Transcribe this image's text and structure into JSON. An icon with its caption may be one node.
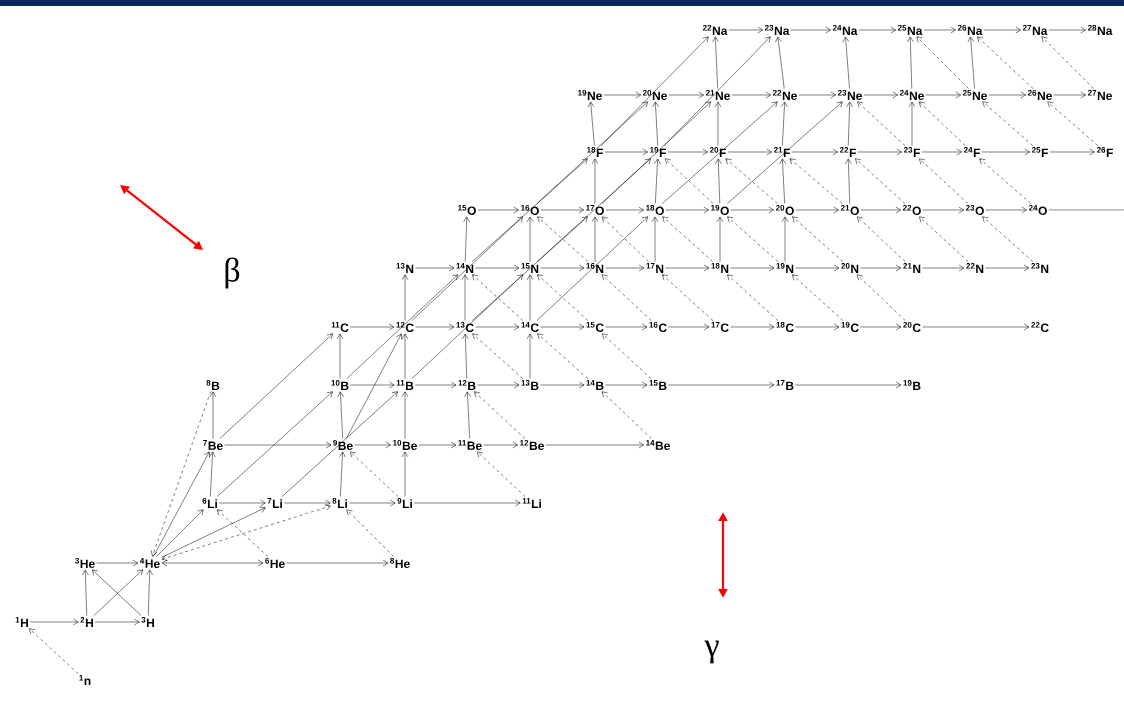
{
  "diagram": {
    "nodes": [
      {
        "text": [
          "$^{22}$Na"
        ]
      },
      {
        "text": [
          "$^{23}$Na"
        ]
      },
      {
        "text": [
          "$^{24}$Na"
        ]
      },
      {
        "text": [
          "$^{25}$Na"
        ]
      },
      {
        "text": [
          "$^{26}$Na"
        ]
      },
      {
        "text": [
          "$^{27}$Na"
        ]
      },
      {
        "text": [
          "$^{28}$Na"
        ]
      },
      {
        "text": [
          "$^{19}$Ne"
        ]
      },
      {
        "text": [
          "$^{20}$Ne"
        ]
      },
      {
        "text": [
          "$^{21}$Ne"
        ]
      },
      {
        "text": [
          "$^{22}$Ne"
        ]
      },
      {
        "text": [
          "$^{23}$Ne"
        ]
      },
      {
        "text": [
          "$^{24}$Ne"
        ]
      },
      {
        "text": [
          "$^{25}$Ne"
        ]
      },
      {
        "text": [
          "$^{26}$Ne"
        ]
      },
      {
        "text": [
          "$^{27}$Ne"
        ]
      },
      {
        "text": [
          "$^{18}$F"
        ]
      },
      {
        "text": [
          "$^{19}$F"
        ]
      },
      {
        "text": [
          "$^{20}$F"
        ]
      },
      {
        "text": [
          "$^{21}$F"
        ]
      },
      {
        "text": [
          "$^{22}$F"
        ]
      },
      {
        "text": [
          "$^{23}$F"
        ]
      },
      {
        "text": [
          "$^{24}$F"
        ]
      },
      {
        "text": [
          "$^{25}$F"
        ]
      },
      {
        "text": [
          "$^{26}$F"
        ]
      },
      {
        "text": [
          "$^{15}$O"
        ]
      },
      {
        "text": [
          "$^{16}$O"
        ]
      },
      {
        "text": [
          "$^{17}$O"
        ]
      },
      {
        "text": [
          "$^{18}$O"
        ]
      },
      {
        "text": [
          "$^{19}$O"
        ]
      },
      {
        "text": [
          "$^{20}$O"
        ]
      },
      {
        "text": [
          "$^{21}$O"
        ]
      },
      {
        "text": [
          "$^{22}$O"
        ]
      },
      {
        "text": [
          "$^{23}$O"
        ]
      },
      {
        "text": [
          "$^{24}$O"
        ]
      },
      {
        "text": [
          "$^{13}$N"
        ]
      },
      {
        "text": [
          "$^{14}$N"
        ]
      },
      {
        "text": [
          "$^{15}$N"
        ]
      },
      {
        "text": [
          "$^{16}$N"
        ]
      },
      {
        "text": [
          "$^{17}$N"
        ]
      },
      {
        "text": [
          "$^{18}$N"
        ]
      },
      {
        "text": [
          "$^{19}$N"
        ]
      },
      {
        "text": [
          "$^{20}$N"
        ]
      },
      {
        "text": [
          "$^{21}$N"
        ]
      },
      {
        "text": [
          "$^{22}$N"
        ]
      },
      {
        "text": [
          "$^{23}$N"
        ]
      },
      {
        "text": [
          "$^{11}$C"
        ]
      },
      {
        "text": [
          "$^{12}$C"
        ]
      },
      {
        "text": [
          "$^{13}$C"
        ]
      },
      {
        "text": [
          "$^{14}$C"
        ]
      },
      {
        "text": [
          "$^{15}$C"
        ]
      },
      {
        "text": [
          "$^{16}$C"
        ]
      },
      {
        "text": [
          "$^{17}$C"
        ]
      },
      {
        "text": [
          "$^{18}$C"
        ]
      },
      {
        "text": [
          "$^{19}$C"
        ]
      },
      {
        "text": [
          "$^{20}$C"
        ]
      },
      {
        "text": [
          "$^{22}$C"
        ]
      },
      {
        "text": [
          "$^{8}$B"
        ]
      },
      {
        "text": [
          "$^{10}$B"
        ]
      },
      {
        "text": [
          "$^{11}$B"
        ]
      },
      {
        "text": [
          "$^{12}$B"
        ]
      },
      {
        "text": [
          "$^{13}$B"
        ]
      },
      {
        "text": [
          "$^{14}$B"
        ]
      },
      {
        "text": [
          "$^{15}$B"
        ]
      },
      {
        "text": [
          "$^{17}$B"
        ]
      },
      {
        "text": [
          "$^{19}$B"
        ]
      },
      {
        "text": [
          "$^{7}$Be"
        ]
      },
      {
        "text": [
          "$^{9}$Be"
        ]
      },
      {
        "text": [
          "$^{10}$Be"
        ]
      },
      {
        "text": [
          "$^{11}$Be"
        ]
      },
      {
        "text": [
          "$^{12}$Be"
        ]
      },
      {
        "text": [
          "$^{14}$Be"
        ]
      },
      {
        "text": [
          "$^{6}$Li"
        ]
      },
      {
        "text": [
          "$^{7}$Li"
        ]
      },
      {
        "text": [
          "$^{8}$Li"
        ]
      },
      {
        "text": [
          "$^{9}$Li"
        ]
      },
      {
        "text": [
          "$^{11}$Li"
        ]
      },
      {
        "text": [
          "$^{3}$He"
        ]
      },
      {
        "text": [
          "$^{4}$He"
        ]
      },
      {
        "text": [
          "$^{6}$He"
        ]
      },
      {
        "text": [
          "$^{8}$He"
        ]
      },
      {
        "text": [
          "$^{1}$H"
        ]
      },
      {
        "text": [
          "$^{2}$H"
        ]
      },
      {
        "text": [
          "$^{3}$H"
        ]
      },
      {
        "text": [
          "$^{1}$n"
        ]
      }
    ],
    "edges": [
      {
        "from": 0,
        "to": 1,
        "arrow": "to"
      },
      {
        "from": 1,
        "to": 2,
        "arrow": "to"
      },
      {
        "from": 2,
        "to": 3,
        "arrow": "to"
      },
      {
        "from": 3,
        "to": 4,
        "arrow": "to"
      },
      {
        "from": 4,
        "to": 5,
        "arrow": "to"
      },
      {
        "from": 5,
        "to": 6,
        "arrow": "to"
      },
      {
        "from": 7,
        "to": 8,
        "arrow": "to"
      },
      {
        "from": 8,
        "to": 9,
        "arrow": "to"
      },
      {
        "from": 9,
        "to": 10,
        "arrow": "to"
      },
      {
        "from": 10,
        "to": 11,
        "arrow": "to"
      },
      {
        "from": 11,
        "to": 12,
        "arrow": "to"
      },
      {
        "from": 12,
        "to": 13,
        "arrow": "to"
      },
      {
        "from": 13,
        "to": 14,
        "arrow": "to"
      },
      {
        "from": 14,
        "to": 15,
        "arrow": "to"
      },
      {
        "from": 16,
        "to": 17,
        "arrow": "to"
      },
      {
        "from": 17,
        "to": 18,
        "arrow": "to"
      },
      {
        "from": 18,
        "to": 19,
        "arrow": "to"
      },
      {
        "from": 19,
        "to": 20,
        "arrow": "to"
      },
      {
        "from": 20,
        "to": 21,
        "arrow": "to"
      },
      {
        "from": 21,
        "to": 22,
        "arrow": "to"
      },
      {
        "from": 22,
        "to": 23,
        "arrow": "to"
      },
      {
        "from": 23,
        "to": 24,
        "arrow": "to"
      },
      {
        "from": 25,
        "to": 26,
        "arrow": "to"
      },
      {
        "from": 26,
        "to": 27,
        "arrow": "to"
      },
      {
        "from": 27,
        "to": 28,
        "arrow": "to"
      },
      {
        "from": 28,
        "to": 29,
        "arrow": "to"
      },
      {
        "from": 29,
        "to": 30,
        "arrow": "to"
      },
      {
        "from": 30,
        "to": 31,
        "arrow": "to"
      },
      {
        "from": 31,
        "to": 32,
        "arrow": "to"
      },
      {
        "from": 32,
        "to": 33,
        "arrow": "to"
      },
      {
        "from": 33,
        "to": 34,
        "arrow": "to"
      },
      {
        "from": 34,
        "to": null,
        "arrow": "none"
      },
      {
        "from": 35,
        "to": 36,
        "arrow": "to"
      },
      {
        "from": 36,
        "to": 37,
        "arrow": "to"
      },
      {
        "from": 37,
        "to": 38,
        "arrow": "to"
      },
      {
        "from": 38,
        "to": 39,
        "arrow": "to"
      },
      {
        "from": 39,
        "to": 40,
        "arrow": "to"
      },
      {
        "from": 40,
        "to": 41,
        "arrow": "to"
      },
      {
        "from": 41,
        "to": 42,
        "arrow": "to"
      },
      {
        "from": 42,
        "to": 43,
        "arrow": "to"
      },
      {
        "from": 43,
        "to": 44,
        "arrow": "to"
      },
      {
        "from": 44,
        "to": 45,
        "arrow": "to"
      },
      {
        "from": 46,
        "to": 47,
        "arrow": "to"
      },
      {
        "from": 47,
        "to": 48,
        "arrow": "to"
      },
      {
        "from": 48,
        "to": 49,
        "arrow": "to"
      },
      {
        "from": 49,
        "to": 50,
        "arrow": "to"
      },
      {
        "from": 50,
        "to": 51,
        "arrow": "to"
      },
      {
        "from": 51,
        "to": 52,
        "arrow": "to"
      },
      {
        "from": 52,
        "to": 53,
        "arrow": "to"
      },
      {
        "from": 53,
        "to": 54,
        "arrow": "to"
      },
      {
        "from": 54,
        "to": 55,
        "arrow": "to"
      },
      {
        "from": 55,
        "to": 56,
        "arrow": "to"
      },
      {
        "from": 58,
        "to": 59,
        "arrow": "to"
      },
      {
        "from": 59,
        "to": 60,
        "arrow": "to"
      },
      {
        "from": 60,
        "to": 61,
        "arrow": "to"
      },
      {
        "from": 61,
        "to": 62,
        "arrow": "to"
      },
      {
        "from": 62,
        "to": 63,
        "arrow": "to"
      },
      {
        "from": 63,
        "to": 64,
        "arrow": "to"
      },
      {
        "from": 64,
        "to": 65,
        "arrow": "to"
      },
      {
        "from": 66,
        "to": 67,
        "arrow": "to"
      },
      {
        "from": 67,
        "to": 68,
        "arrow": "to"
      },
      {
        "from": 68,
        "to": 69,
        "arrow": "to"
      },
      {
        "from": 69,
        "to": 70,
        "arrow": "to"
      },
      {
        "from": 70,
        "to": 71,
        "arrow": "to"
      },
      {
        "from": 72,
        "to": 73,
        "arrow": "to"
      },
      {
        "from": 73,
        "to": 74,
        "arrow": "to"
      },
      {
        "from": 74,
        "to": 75,
        "arrow": "to"
      },
      {
        "from": 75,
        "to": 76,
        "arrow": "to"
      },
      {
        "from": 77,
        "to": 78,
        "arrow": "to"
      },
      {
        "from": 78,
        "to": 79,
        "arrow": "both"
      },
      {
        "from": 79,
        "to": 80,
        "arrow": "to"
      },
      {
        "from": 81,
        "to": 82,
        "arrow": "to"
      },
      {
        "from": 82,
        "to": 83,
        "arrow": "to"
      },
      {
        "from": 82,
        "to": 77,
        "arrow": "to"
      },
      {
        "from": 83,
        "to": 78,
        "arrow": "to"
      },
      {
        "from": 82,
        "to": 78,
        "arrow": "to"
      },
      {
        "from": 83,
        "to": 77,
        "arrow": "to"
      },
      {
        "from": 72,
        "to": 66,
        "arrow": "to"
      },
      {
        "from": 66,
        "to": 57,
        "arrow": "to"
      },
      {
        "from": 74,
        "to": 67,
        "arrow": "to"
      },
      {
        "from": 75,
        "to": 68,
        "arrow": "to"
      },
      {
        "from": 67,
        "to": 58,
        "arrow": "to"
      },
      {
        "from": 68,
        "to": 59,
        "arrow": "to"
      },
      {
        "from": 69,
        "to": 60,
        "arrow": "to"
      },
      {
        "from": 58,
        "to": 46,
        "arrow": "to"
      },
      {
        "from": 59,
        "to": 47,
        "arrow": "to"
      },
      {
        "from": 60,
        "to": 48,
        "arrow": "to"
      },
      {
        "from": 61,
        "to": 49,
        "arrow": "to"
      },
      {
        "from": 47,
        "to": 35,
        "arrow": "to"
      },
      {
        "from": 48,
        "to": 36,
        "arrow": "to"
      },
      {
        "from": 49,
        "to": 37,
        "arrow": "to"
      },
      {
        "from": 36,
        "to": 25,
        "arrow": "to"
      },
      {
        "from": 37,
        "to": 26,
        "arrow": "to"
      },
      {
        "from": 38,
        "to": 27,
        "arrow": "to"
      },
      {
        "from": 39,
        "to": 28,
        "arrow": "to"
      },
      {
        "from": 40,
        "to": 29,
        "arrow": "to"
      },
      {
        "from": 41,
        "to": 30,
        "arrow": "to"
      },
      {
        "from": 27,
        "to": 16,
        "arrow": "to"
      },
      {
        "from": 28,
        "to": 17,
        "arrow": "to"
      },
      {
        "from": 29,
        "to": 18,
        "arrow": "to"
      },
      {
        "from": 30,
        "to": 19,
        "arrow": "to"
      },
      {
        "from": 31,
        "to": 20,
        "arrow": "to"
      },
      {
        "from": 16,
        "to": 7,
        "arrow": "to"
      },
      {
        "from": 17,
        "to": 8,
        "arrow": "to"
      },
      {
        "from": 18,
        "to": 9,
        "arrow": "to"
      },
      {
        "from": 19,
        "to": 10,
        "arrow": "to"
      },
      {
        "from": 20,
        "to": 11,
        "arrow": "to"
      },
      {
        "from": 21,
        "to": 12,
        "arrow": "to"
      },
      {
        "from": 9,
        "to": 0,
        "arrow": "to"
      },
      {
        "from": 10,
        "to": 1,
        "arrow": "to"
      },
      {
        "from": 11,
        "to": 2,
        "arrow": "to"
      },
      {
        "from": 12,
        "to": 3,
        "arrow": "to"
      },
      {
        "from": 13,
        "to": 4,
        "arrow": "to"
      },
      {
        "from": 84,
        "to": 81,
        "arrow": "to",
        "style": "dashed"
      },
      {
        "from": 80,
        "to": 74,
        "arrow": "to",
        "style": "dashed"
      },
      {
        "from": 79,
        "to": 72,
        "arrow": "to",
        "style": "dashed"
      },
      {
        "from": 75,
        "to": 67,
        "arrow": "to",
        "style": "dashed"
      },
      {
        "from": 76,
        "to": 69,
        "arrow": "to",
        "style": "dashed"
      },
      {
        "from": 70,
        "to": 60,
        "arrow": "to",
        "style": "dashed"
      },
      {
        "from": 71,
        "to": 62,
        "arrow": "to",
        "style": "dashed"
      },
      {
        "from": 61,
        "to": 48,
        "arrow": "to",
        "style": "dashed"
      },
      {
        "from": 62,
        "to": 49,
        "arrow": "to",
        "style": "dashed"
      },
      {
        "from": 63,
        "to": 50,
        "arrow": "to",
        "style": "dashed"
      },
      {
        "from": 49,
        "to": 36,
        "arrow": "to",
        "style": "dashed"
      },
      {
        "from": 50,
        "to": 37,
        "arrow": "to",
        "style": "dashed"
      },
      {
        "from": 51,
        "to": 38,
        "arrow": "to",
        "style": "dashed"
      },
      {
        "from": 52,
        "to": 39,
        "arrow": "to",
        "style": "dashed"
      },
      {
        "from": 53,
        "to": 40,
        "arrow": "to",
        "style": "dashed"
      },
      {
        "from": 54,
        "to": 41,
        "arrow": "to",
        "style": "dashed"
      },
      {
        "from": 55,
        "to": 42,
        "arrow": "to",
        "style": "dashed"
      },
      {
        "from": 38,
        "to": 26,
        "arrow": "to",
        "style": "dashed"
      },
      {
        "from": 39,
        "to": 27,
        "arrow": "to",
        "style": "dashed"
      },
      {
        "from": 40,
        "to": 28,
        "arrow": "to",
        "style": "dashed"
      },
      {
        "from": 41,
        "to": 29,
        "arrow": "to",
        "style": "dashed"
      },
      {
        "from": 42,
        "to": 30,
        "arrow": "to",
        "style": "dashed"
      },
      {
        "from": 43,
        "to": 31,
        "arrow": "to",
        "style": "dashed"
      },
      {
        "from": 44,
        "to": 32,
        "arrow": "to",
        "style": "dashed"
      },
      {
        "from": 45,
        "to": 33,
        "arrow": "to",
        "style": "dashed"
      },
      {
        "from": 29,
        "to": 17,
        "arrow": "to",
        "style": "dashed"
      },
      {
        "from": 30,
        "to": 18,
        "arrow": "to",
        "style": "dashed"
      },
      {
        "from": 31,
        "to": 19,
        "arrow": "to",
        "style": "dashed"
      },
      {
        "from": 32,
        "to": 20,
        "arrow": "to",
        "style": "dashed"
      },
      {
        "from": 33,
        "to": 21,
        "arrow": "to",
        "style": "dashed"
      },
      {
        "from": 34,
        "to": 22,
        "arrow": "to",
        "style": "dashed"
      },
      {
        "from": 21,
        "to": 11,
        "arrow": "to",
        "style": "dashed"
      },
      {
        "from": 22,
        "to": 12,
        "arrow": "to",
        "style": "dashed"
      },
      {
        "from": 23,
        "to": 13,
        "arrow": "to",
        "style": "dashed"
      },
      {
        "from": 24,
        "to": 14,
        "arrow": "to",
        "style": "dashed"
      },
      {
        "from": 13,
        "to": 3,
        "arrow": "to",
        "style": "dashed"
      },
      {
        "from": 14,
        "to": 4,
        "arrow": "to",
        "style": "dashed"
      },
      {
        "from": 15,
        "to": 5,
        "arrow": "to",
        "style": "dashed"
      },
      {
        "from": 78,
        "to": 66,
        "arrow": "to"
      },
      {
        "from": 78,
        "to": 72,
        "arrow": "to"
      },
      {
        "from": 78,
        "to": 73,
        "arrow": "to"
      },
      {
        "from": 78,
        "to": 74,
        "arrow": "both",
        "style": "dashed"
      },
      {
        "from": 57,
        "to": 78,
        "arrow": "to",
        "style": "dashed"
      },
      {
        "from": 72,
        "to": 58,
        "arrow": "to"
      },
      {
        "from": 73,
        "to": 59,
        "arrow": "to"
      },
      {
        "from": 66,
        "to": 46,
        "arrow": "to"
      },
      {
        "from": 67,
        "to": 47,
        "arrow": "to"
      },
      {
        "from": 58,
        "to": 36,
        "arrow": "to"
      },
      {
        "from": 59,
        "to": 37,
        "arrow": "to"
      },
      {
        "from": 47,
        "to": 26,
        "arrow": "to"
      },
      {
        "from": 48,
        "to": 27,
        "arrow": "to"
      },
      {
        "from": 49,
        "to": 28,
        "arrow": "to"
      },
      {
        "from": 36,
        "to": 16,
        "arrow": "to"
      },
      {
        "from": 37,
        "to": 17,
        "arrow": "to"
      },
      {
        "from": 26,
        "to": 8,
        "arrow": "to"
      },
      {
        "from": 27,
        "to": 9,
        "arrow": "to"
      },
      {
        "from": 28,
        "to": 10,
        "arrow": "to"
      },
      {
        "from": 16,
        "to": 0,
        "arrow": "to"
      },
      {
        "from": 17,
        "to": 1,
        "arrow": "to"
      },
      {
        "from": 29,
        "to": 11,
        "arrow": "to"
      }
    ],
    "labels": [
      "β",
      "γ"
    ]
  }
}
